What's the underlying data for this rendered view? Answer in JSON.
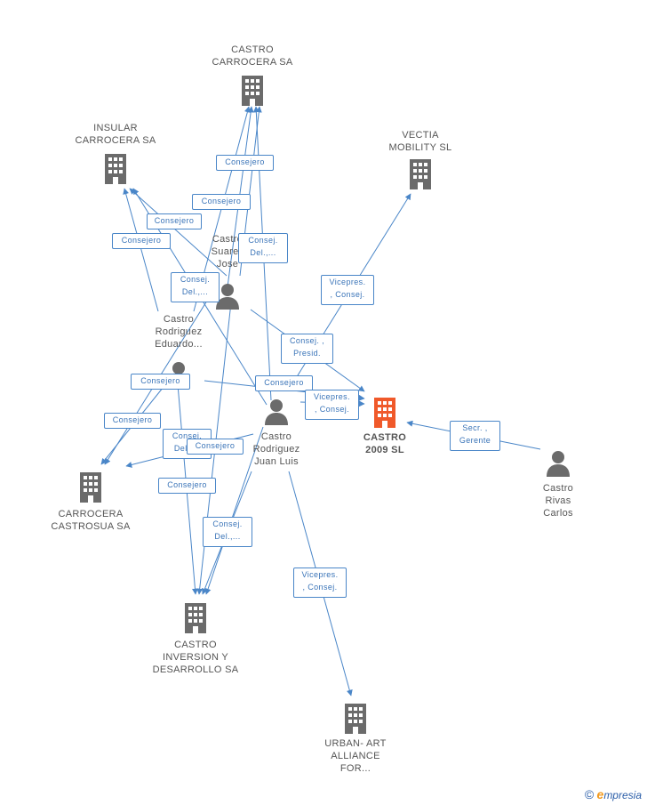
{
  "colors": {
    "edge": "#4a86c8",
    "node_icon": "#6b6b6b",
    "focus_icon": "#f0592a"
  },
  "nodes": {
    "castro_carrocera": {
      "label": "CASTRO\nCARROCERA SA",
      "type": "company"
    },
    "insular_carrocera": {
      "label": "INSULAR\nCARROCERA SA",
      "type": "company"
    },
    "vectia": {
      "label": "VECTIA\nMOBILITY  SL",
      "type": "company"
    },
    "castro_suarez": {
      "label": "Castro\nSuarez\nJose",
      "type": "person"
    },
    "castro_eduardo": {
      "label": "Castro\nRodriguez\nEduardo...",
      "type": "person"
    },
    "castro_2009": {
      "label": "CASTRO\n2009 SL",
      "type": "focus"
    },
    "castro_juan_luis": {
      "label": "Castro\nRodriguez\nJuan Luis",
      "type": "person"
    },
    "castro_rivas": {
      "label": "Castro\nRivas\nCarlos",
      "type": "person"
    },
    "carrocera_castrosua": {
      "label": "CARROCERA\nCASTROSUA SA",
      "type": "company"
    },
    "castro_inversion": {
      "label": "CASTRO\nINVERSION Y\nDESARROLLO SA",
      "type": "company"
    },
    "urban_art": {
      "label": "URBAN- ART\nALLIANCE\nFOR...",
      "type": "company"
    }
  },
  "edge_labels": {
    "e1": "Consejero",
    "e2": "Consejero",
    "e3": "Consejero",
    "e4": "Consejero",
    "e5": "Consej.\nDel.,...",
    "e6": "Consej.\nDel.,...",
    "e7": "Vicepres.\n, Consej.",
    "e8": "Consej. ,\nPresid.",
    "e9": "Consejero",
    "e10": "Consejero",
    "e11": "Vicepres.\n, Consej.",
    "e12": "Secr. ,\nGerente",
    "e13": "Consejero",
    "e14": "Consej.\nDel.,...",
    "e15": "Consejero",
    "e16": "Consejero",
    "e17": "Consej.\nDel.,...",
    "e18": "Vicepres.\n, Consej."
  },
  "watermark": {
    "copyright": "©",
    "brand_first": "e",
    "brand_rest": "mpresia"
  }
}
